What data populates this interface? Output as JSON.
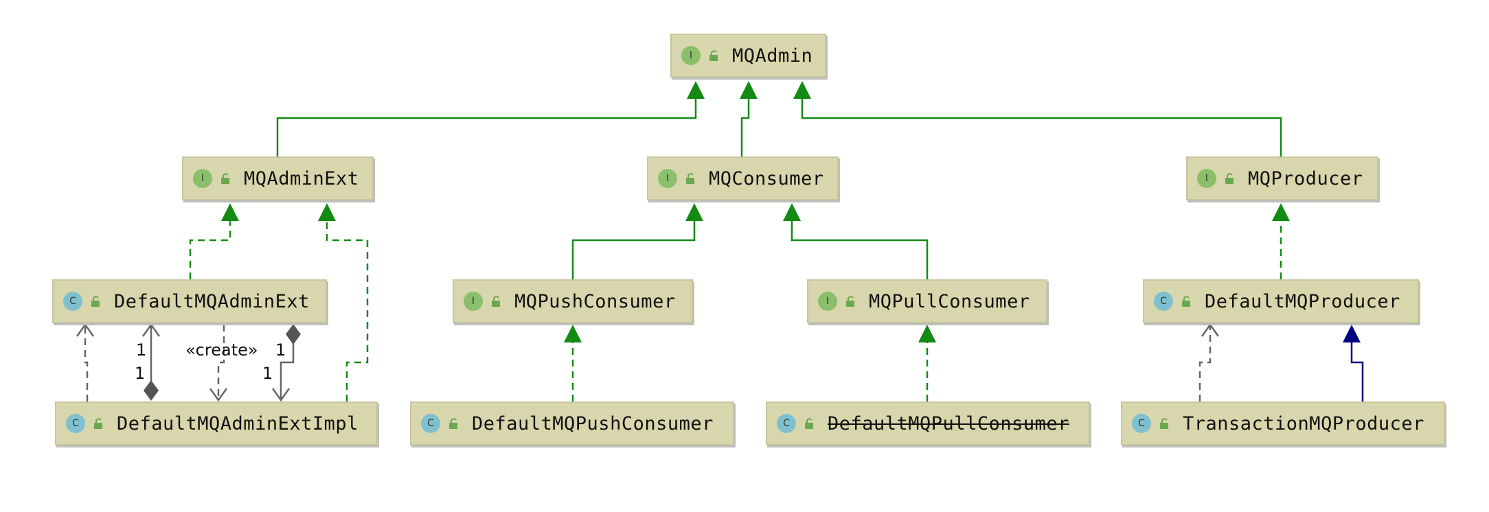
{
  "diagram": {
    "nodes": {
      "mqadmin": {
        "kind": "I",
        "name": "MQAdmin",
        "deprecated": false
      },
      "mqadminext": {
        "kind": "I",
        "name": "MQAdminExt",
        "deprecated": false
      },
      "mqconsumer": {
        "kind": "I",
        "name": "MQConsumer",
        "deprecated": false
      },
      "mqproducer": {
        "kind": "I",
        "name": "MQProducer",
        "deprecated": false
      },
      "defaultmqadminext": {
        "kind": "C",
        "name": "DefaultMQAdminExt",
        "deprecated": false
      },
      "mqpushconsumer": {
        "kind": "I",
        "name": "MQPushConsumer",
        "deprecated": false
      },
      "mqpullconsumer": {
        "kind": "I",
        "name": "MQPullConsumer",
        "deprecated": false
      },
      "defaultmqproducer": {
        "kind": "C",
        "name": "DefaultMQProducer",
        "deprecated": false
      },
      "defaultmqadminextimpl": {
        "kind": "C",
        "name": "DefaultMQAdminExtImpl",
        "deprecated": false
      },
      "defaultmqpushconsumer": {
        "kind": "C",
        "name": "DefaultMQPushConsumer",
        "deprecated": false
      },
      "defaultmqpullconsumer": {
        "kind": "C",
        "name": "DefaultMQPullConsumer",
        "deprecated": true
      },
      "transactionmqproducer": {
        "kind": "C",
        "name": "TransactionMQProducer",
        "deprecated": false
      }
    },
    "edges": [
      {
        "from": "mqadminext",
        "to": "mqadmin",
        "type": "extends-interface"
      },
      {
        "from": "mqconsumer",
        "to": "mqadmin",
        "type": "extends-interface"
      },
      {
        "from": "mqproducer",
        "to": "mqadmin",
        "type": "extends-interface"
      },
      {
        "from": "mqpushconsumer",
        "to": "mqconsumer",
        "type": "extends-interface"
      },
      {
        "from": "mqpullconsumer",
        "to": "mqconsumer",
        "type": "extends-interface"
      },
      {
        "from": "defaultmqadminext",
        "to": "mqadminext",
        "type": "implements"
      },
      {
        "from": "defaultmqadminextimpl",
        "to": "mqadminext",
        "type": "implements"
      },
      {
        "from": "defaultmqpushconsumer",
        "to": "mqpushconsumer",
        "type": "implements"
      },
      {
        "from": "defaultmqpullconsumer",
        "to": "mqpullconsumer",
        "type": "implements"
      },
      {
        "from": "defaultmqproducer",
        "to": "mqproducer",
        "type": "implements"
      },
      {
        "from": "transactionmqproducer",
        "to": "defaultmqproducer",
        "type": "extends-class"
      },
      {
        "from": "transactionmqproducer",
        "to": "defaultmqproducer",
        "type": "dependency"
      },
      {
        "from": "defaultmqadminextimpl",
        "to": "defaultmqadminext",
        "type": "dependency"
      },
      {
        "from": "defaultmqadminextimpl",
        "to": "defaultmqadminext",
        "type": "composition",
        "labels": [
          "1",
          "1"
        ]
      },
      {
        "from": "defaultmqadminext",
        "to": "defaultmqadminextimpl",
        "type": "create",
        "label": "«create»"
      },
      {
        "from": "defaultmqadminext",
        "to": "defaultmqadminextimpl",
        "type": "composition",
        "labels": [
          "1",
          "1"
        ]
      }
    ],
    "colors": {
      "node_fill": "#d8d6ac",
      "interface_badge": "#8bbf6c",
      "class_badge": "#7fc0cf",
      "realization": "#138a13",
      "class_extends": "#000080",
      "dependency": "#666666"
    },
    "edge_labels": {
      "create": "«create»",
      "comp_left_top": "1",
      "comp_left_bottom": "1",
      "comp_right_top": "1",
      "comp_right_bottom": "1"
    }
  }
}
